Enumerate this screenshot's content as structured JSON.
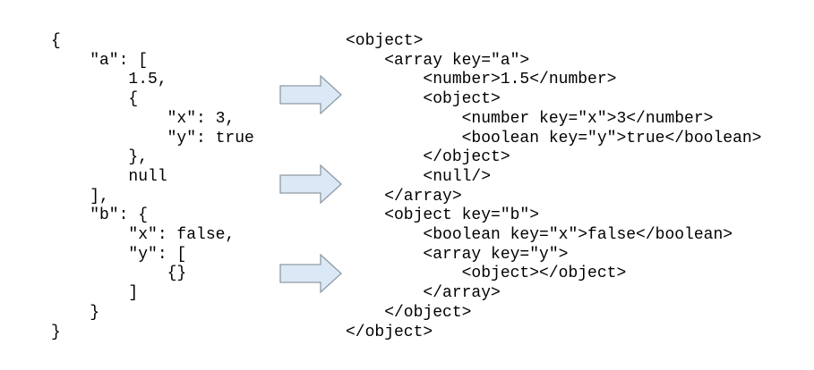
{
  "diagram": {
    "description_colors": {
      "background": "#ffffff",
      "text": "#000000",
      "arrow_fill": "#dbe9f6",
      "arrow_stroke": "#8f9aa3"
    },
    "json_panel": {
      "language": "json",
      "lines": [
        "{",
        "    \"a\": [",
        "        1.5,",
        "        {",
        "            \"x\": 3,",
        "            \"y\": true",
        "        },",
        "        null",
        "    ],",
        "    \"b\": {",
        "        \"x\": false,",
        "        \"y\": [",
        "            {}",
        "        ]",
        "    }",
        "}"
      ]
    },
    "xml_panel": {
      "language": "xml",
      "lines": [
        "<object>",
        "    <array key=\"a\">",
        "        <number>1.5</number>",
        "        <object>",
        "            <number key=\"x\">3</number>",
        "            <boolean key=\"y\">true</boolean>",
        "        </object>",
        "        <null/>",
        "    </array>",
        "    <object key=\"b\">",
        "        <boolean key=\"x\">false</boolean>",
        "        <array key=\"y\">",
        "            <object></object>",
        "        </array>",
        "    </object>",
        "</object>"
      ]
    },
    "arrows": {
      "count": 3,
      "direction": "right",
      "fill": "#dbe9f6",
      "stroke": "#8f9aa3"
    }
  }
}
